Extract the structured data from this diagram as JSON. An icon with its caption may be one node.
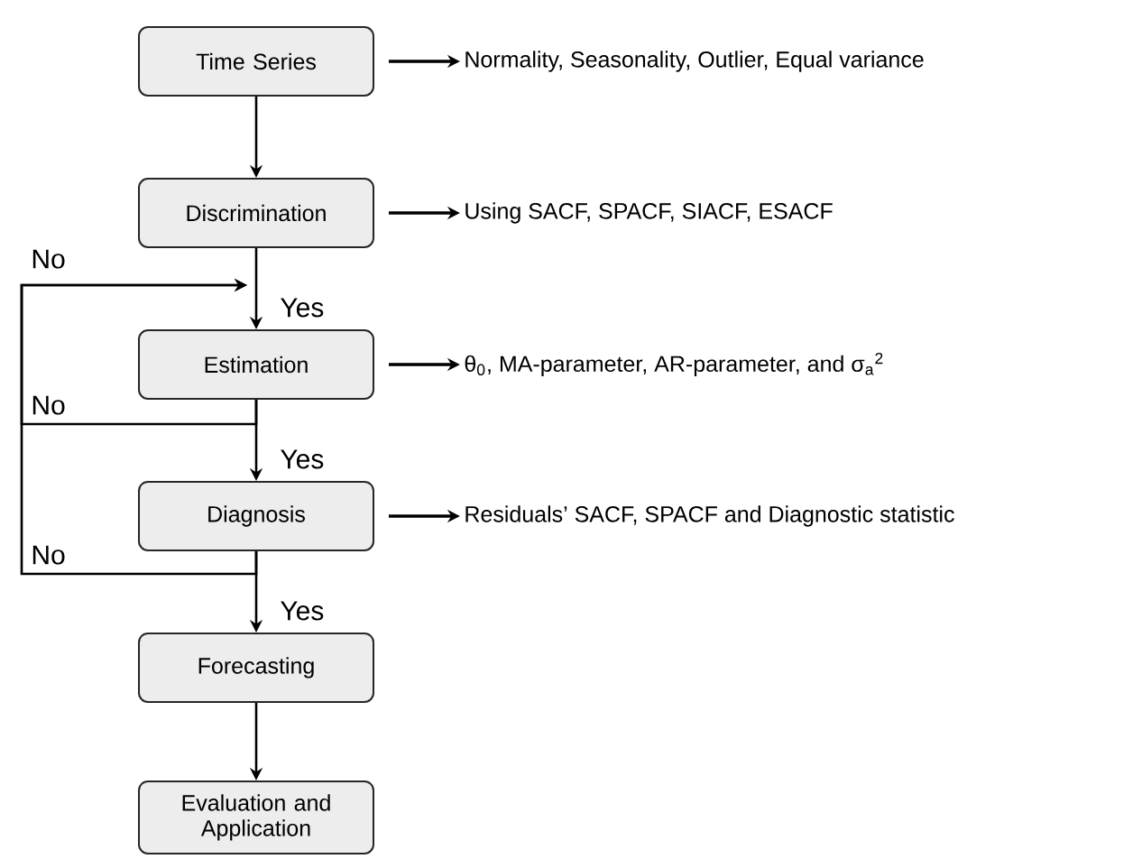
{
  "diagram": {
    "nodes": [
      {
        "text": [
          "Time Series"
        ]
      },
      {
        "text": [
          "Discrimination"
        ]
      },
      {
        "text": [
          "Estimation"
        ]
      },
      {
        "text": [
          "Diagnosis"
        ]
      },
      {
        "text": [
          "Forecasting"
        ]
      },
      {
        "text": [
          "Evaluation and Application"
        ]
      },
      {
        "text": [
          "Normality, Seasonality, Outlier, Equal variance"
        ]
      },
      {
        "text": [
          "Using SACF, SPACF, SIACF, ESACF"
        ]
      },
      {
        "text": [
          "θ$_{0}$, MA-parameter, AR-parameter, and σ$_{a}$$^{2}$"
        ]
      },
      {
        "text": [
          "Residuals’ SACF, SPACF and Diagnostic statistic"
        ]
      }
    ],
    "edges": [
      {
        "from": 0,
        "to": 1,
        "arrow": "to"
      },
      {
        "from": 1,
        "to": 2,
        "arrow": "to",
        "label": "Yes"
      },
      {
        "from": 2,
        "to": 3,
        "arrow": "to",
        "label": "Yes"
      },
      {
        "from": 3,
        "to": 4,
        "arrow": "to",
        "label": "Yes"
      },
      {
        "from": 4,
        "to": 5,
        "arrow": "to"
      },
      {
        "from": 2,
        "to": null,
        "arrow": "to",
        "label": "No"
      },
      {
        "from": 3,
        "to": null,
        "arrow": "to",
        "label": "No"
      },
      {
        "from": 0,
        "to": 6,
        "arrow": "to"
      },
      {
        "from": 1,
        "to": 7,
        "arrow": "to"
      },
      {
        "from": 2,
        "to": 8,
        "arrow": "to"
      },
      {
        "from": 3,
        "to": 9,
        "arrow": "to"
      }
    ],
    "labels": [
      "No"
    ]
  }
}
